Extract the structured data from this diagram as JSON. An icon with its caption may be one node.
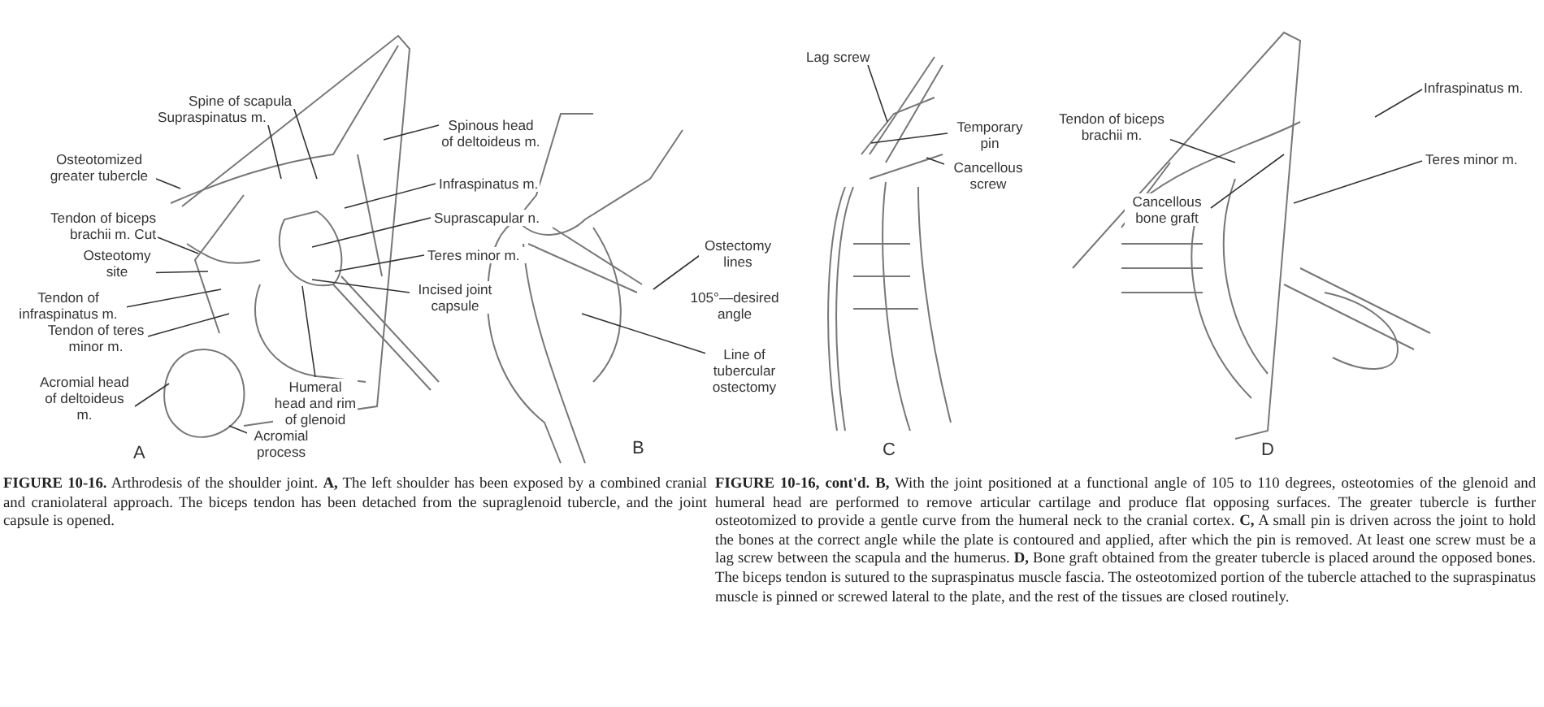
{
  "diagram": {
    "caption": "**FIGURE 10-16.** Arthrodesis of the shoulder joint. **A,** The left shoulder has been exposed by a combined cranial and craniolateral approach. The biceps tendon has been detached from the supraglenoid tubercle, and the joint capsule is opened.",
    "nodes": [
      {
        "text": [
          "Spine of scapula"
        ]
      },
      {
        "text": [
          "Supraspinatus m."
        ]
      },
      {
        "text": [
          "Spinous head of deltoideus m."
        ]
      },
      {
        "text": [
          "Osteotomized greater tubercle"
        ]
      },
      {
        "text": [
          "Infraspinatus m."
        ]
      },
      {
        "text": [
          "Tendon of biceps brachii m. Cut"
        ]
      },
      {
        "text": [
          "Suprascapular n."
        ]
      },
      {
        "text": [
          "Teres minor m."
        ]
      },
      {
        "text": [
          "Osteotomy site"
        ]
      },
      {
        "text": [
          "Incised joint capsule"
        ]
      },
      {
        "text": [
          "Tendon of infraspinatus m."
        ]
      },
      {
        "text": [
          "Tendon of teres minor m."
        ]
      },
      {
        "text": [
          "Acromial head of deltoideus m."
        ]
      },
      {
        "text": [
          "Humeral head and rim of glenoid"
        ]
      },
      {
        "text": [
          "Acromial process"
        ]
      },
      {
        "text": [
          "Ostectomy lines"
        ]
      },
      {
        "text": [
          "Line of tubercular ostectomy"
        ]
      },
      {
        "text": [
          "Lag screw"
        ]
      },
      {
        "text": [
          "Temporary pin"
        ]
      },
      {
        "text": [
          "Cancellous screw"
        ]
      },
      {
        "text": [
          "Infraspinatus m."
        ]
      },
      {
        "text": [
          "Tendon of biceps brachii m."
        ]
      },
      {
        "text": [
          "Teres minor m."
        ]
      },
      {
        "text": [
          "Cancellous bone graft"
        ]
      }
    ],
    "edges": [
      {
        "from": 0,
        "to": null,
        "arrow": "none"
      },
      {
        "from": 1,
        "to": null,
        "arrow": "none"
      },
      {
        "from": 2,
        "to": null,
        "arrow": "none"
      },
      {
        "from": 3,
        "to": null,
        "arrow": "none"
      },
      {
        "from": 4,
        "to": null,
        "arrow": "none"
      },
      {
        "from": 5,
        "to": null,
        "arrow": "none"
      },
      {
        "from": 6,
        "to": null,
        "arrow": "none"
      },
      {
        "from": 7,
        "to": null,
        "arrow": "none"
      },
      {
        "from": 8,
        "to": null,
        "arrow": "none"
      },
      {
        "from": 9,
        "to": null,
        "arrow": "none"
      },
      {
        "from": 10,
        "to": null,
        "arrow": "none"
      },
      {
        "from": 11,
        "to": null,
        "arrow": "none"
      },
      {
        "from": 12,
        "to": null,
        "arrow": "none"
      },
      {
        "from": 13,
        "to": null,
        "arrow": "none"
      },
      {
        "from": 14,
        "to": null,
        "arrow": "none"
      },
      {
        "from": 15,
        "to": null,
        "arrow": "none"
      },
      {
        "from": 16,
        "to": null,
        "arrow": "none"
      },
      {
        "from": 17,
        "to": null,
        "arrow": "none"
      },
      {
        "from": 18,
        "to": null,
        "arrow": "none"
      },
      {
        "from": 19,
        "to": null,
        "arrow": "none"
      },
      {
        "from": 20,
        "to": null,
        "arrow": "none"
      },
      {
        "from": 21,
        "to": null,
        "arrow": "none"
      },
      {
        "from": 22,
        "to": null,
        "arrow": "none"
      },
      {
        "from": 23,
        "to": null,
        "arrow": "none"
      }
    ],
    "labels": [
      "A",
      "105°—desired angle",
      "B",
      "C",
      "D",
      "**FIGURE 10-16, cont'd.** **B,** With the joint positioned at a functional angle of 105 to 110 degrees, osteotomies of the glenoid and humeral head are performed to remove articular cartilage and produce flat opposing surfaces. The greater tubercle is further osteotomized to provide a gentle curve from the humeral neck to the cranial cortex. **C,** A small pin is driven across the joint to hold the bones at the correct angle while the plate is contoured and applied, after which the pin is removed. At least one screw must be a lag screw between the scapula and the humerus. **D,** Bone graft obtained from the greater tubercle is placed around the opposed bones. The biceps tendon is sutured to the supraspinatus muscle fascia. The osteotomized portion of the tubercle attached to the supraspinatus muscle is pinned or screwed lateral to the plate, and the rest of the tissues are closed routinely."
    ]
  }
}
